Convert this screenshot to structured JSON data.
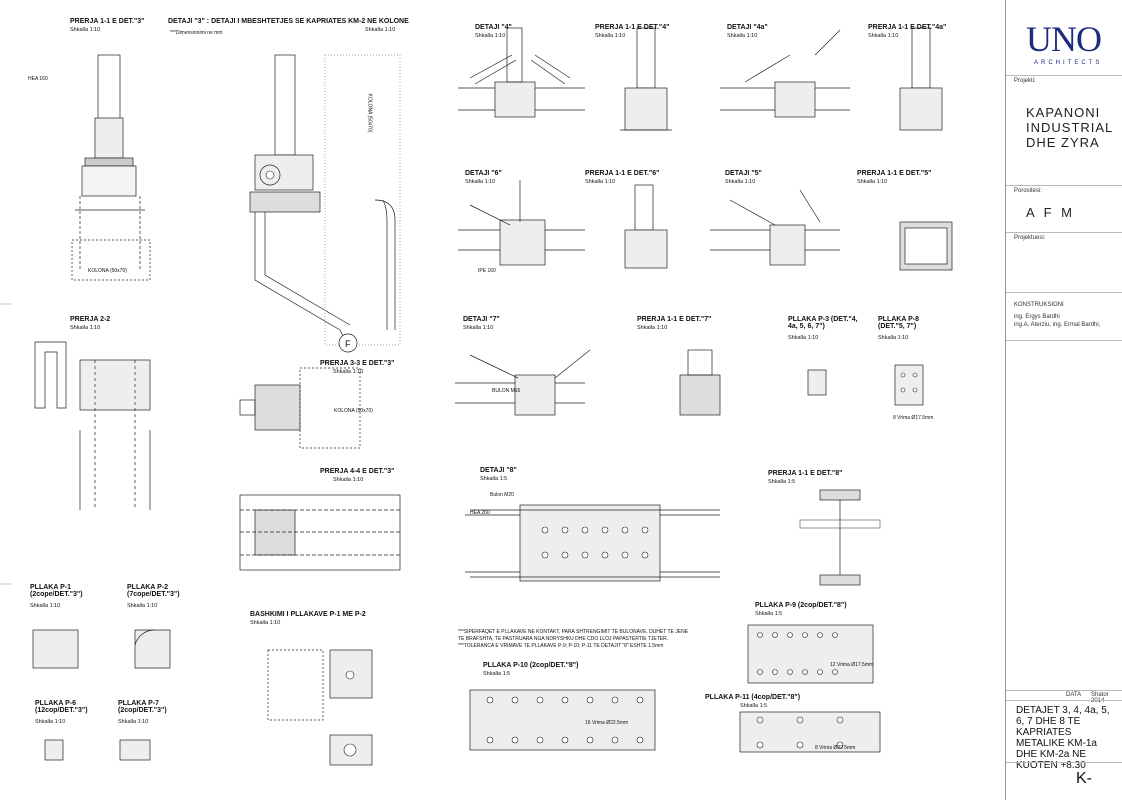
{
  "title_block": {
    "logo_main": "UNO",
    "logo_sub": "ARCHITECTS",
    "projekti_label": "Projekti:",
    "projekti_value": "KAPANONI INDUSTRIAL DHE ZYRA",
    "porositesi_label": "Porositesi:",
    "porositesi_value": "A F M",
    "projektuesi_label": "Projektuesi:",
    "konstruksioni_label": "KONSTRUKSIONI",
    "engineers_1": "ing. Ergys Bardhi",
    "engineers_2": "ing.A. Aterziu, ing. Ermal Bardhi,",
    "data_label": "DATA",
    "data_value": "Shator 2014",
    "drawing_title": "DETAJET 3, 4, 4a, 5, 6, 7 DHE 8 TE KAPRIATES METALIKE KM-1a DHE KM-2a NE KUOTEN +8.30",
    "sheet_no": "K-"
  },
  "details": [
    {
      "title": "PRERJA 1-1 E DET.\"3\"",
      "scale": "Shkalla 1:10"
    },
    {
      "title": "DETAJI \"3\" : DETAJI I MBESHTETJES SE KAPRIATES KM-2 NE KOLONE",
      "scale": "Shkalla 1:10"
    },
    {
      "title": "DETAJI \"4\"",
      "scale": "Shkalla 1:10"
    },
    {
      "title": "PRERJA 1-1 E DET.\"4\"",
      "scale": "Shkalla 1:10"
    },
    {
      "title": "DETAJI \"4a\"",
      "scale": "Shkalla 1:10"
    },
    {
      "title": "PRERJA 1-1 E DET.\"4a\"",
      "scale": "Shkalla 1:10"
    },
    {
      "title": "DETAJI \"6\"",
      "scale": "Shkalla 1:10"
    },
    {
      "title": "PRERJA 1-1 E DET.\"6\"",
      "scale": "Shkalla 1:10"
    },
    {
      "title": "DETAJI \"5\"",
      "scale": "Shkalla 1:10"
    },
    {
      "title": "PRERJA 1-1 E DET.\"5\"",
      "scale": "Shkalla 1:10"
    },
    {
      "title": "PRERJA 2-2",
      "scale": "Shkalla 1:10"
    },
    {
      "title": "PRERJA 3-3 E DET.\"3\"",
      "scale": "Shkalla 1:10"
    },
    {
      "title": "DETAJI \"7\"",
      "scale": "Shkalla 1:10"
    },
    {
      "title": "PRERJA 1-1 E DET.\"7\"",
      "scale": "Shkalla 1:10"
    },
    {
      "title": "PLLAKA P-3 (DET.\"4, 4a, 5, 6, 7\")",
      "scale": "Shkalla 1:10"
    },
    {
      "title": "PLLAKA P-8 (DET.\"5, 7\")",
      "scale": "Shkalla 1:10"
    },
    {
      "title": "PRERJA 4-4 E DET.\"3\"",
      "scale": "Shkalla 1:10"
    },
    {
      "title": "DETAJI \"8\"",
      "scale": "Shkalla 1:5"
    },
    {
      "title": "PRERJA 1-1 E DET.\"8\"",
      "scale": "Shkalla 1:5"
    },
    {
      "title": "PLLAKA P-1 (2cope/DET.\"3\")",
      "scale": "Shkalla 1:10"
    },
    {
      "title": "PLLAKA P-2 (7cope/DET.\"3\")",
      "scale": "Shkalla 1:10"
    },
    {
      "title": "BASHKIMI I PLLAKAVE P-1 ME P-2",
      "scale": "Shkalla 1:10"
    },
    {
      "title": "PLLAKA P-9 (2cop/DET.\"8\")",
      "scale": "Shkalla 1:5"
    },
    {
      "title": "PLLAKA P-10 (2cop/DET.\"8\")",
      "scale": "Shkalla 1:5"
    },
    {
      "title": "PLLAKA P-11 (4cop/DET.\"8\")",
      "scale": "Shkalla 1:5"
    },
    {
      "title": "PLLAKA P-6 (12cop/DET.\"3\")",
      "scale": "Shkalla 1:10"
    },
    {
      "title": "PLLAKA P-7 (2cop/DET.\"3\")",
      "scale": "Shkalla 1:10"
    }
  ],
  "notes": {
    "dimension_note": "***Dimensionimi ne mm",
    "note_1": "***SIPERFAQET E PLLAKAVE NE KONTAKT, PARA SHTRENGIMIT TE BULONAVE, DUHET TE JENE",
    "note_2": "TE BRAFSHTA, TE PASTRUARA NGA NDRYSHKU DHE CDO LLOJ PAPASTERTIE TJETER.",
    "note_3": "***TOLERANCA E VRIMAVE TE PLLAKAVE P-9; P-10; P-11 TE DETAJIT \"8\" ESHTE 1.5mm"
  },
  "labels": {
    "hea160": "HEA 160",
    "kolona": "KOLONA (50x70)",
    "ipe160": "IPE 160",
    "hea260": "HEA 260",
    "bulon_m16": "BULON M16",
    "bulon_m20": "Bulon M20",
    "section_f": "F",
    "vrima_p3": "8 Vrima Ø17.5mm",
    "vrima_p10": "16 Vrima Ø22.5mm",
    "vrima_p11": "8 Vrima Ø22.5mm",
    "vrima_p9": "12 Vrima Ø17.5mm"
  }
}
